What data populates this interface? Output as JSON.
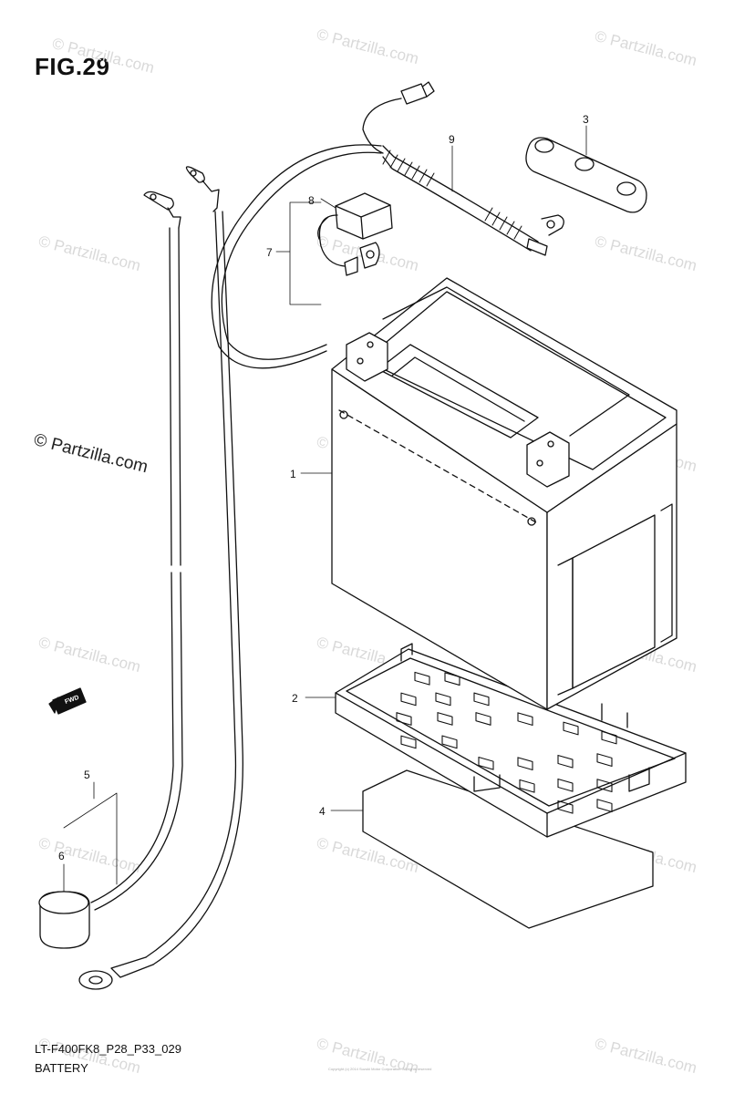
{
  "figure": {
    "title": "FIG.29",
    "code": "LT-F400FK8_P28_P33_029",
    "name": "BATTERY",
    "copyright_small": "Copyright (c) 2014 Suzuki Motor Corporation. All rights reserved"
  },
  "watermark": {
    "text": "© Partzilla.com",
    "prominent_text": "© Partzilla.com"
  },
  "direction_arrow": {
    "label": "FWD"
  },
  "callouts": [
    "1",
    "2",
    "3",
    "4",
    "5",
    "6",
    "7",
    "8",
    "9"
  ]
}
